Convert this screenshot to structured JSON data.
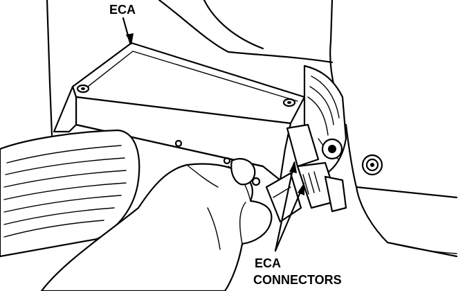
{
  "labels": {
    "module": "ECA",
    "connectors_line1": "ECA",
    "connectors_line2": "CONNECTORS"
  },
  "colors": {
    "ink": "#000000",
    "paper": "#ffffff"
  }
}
